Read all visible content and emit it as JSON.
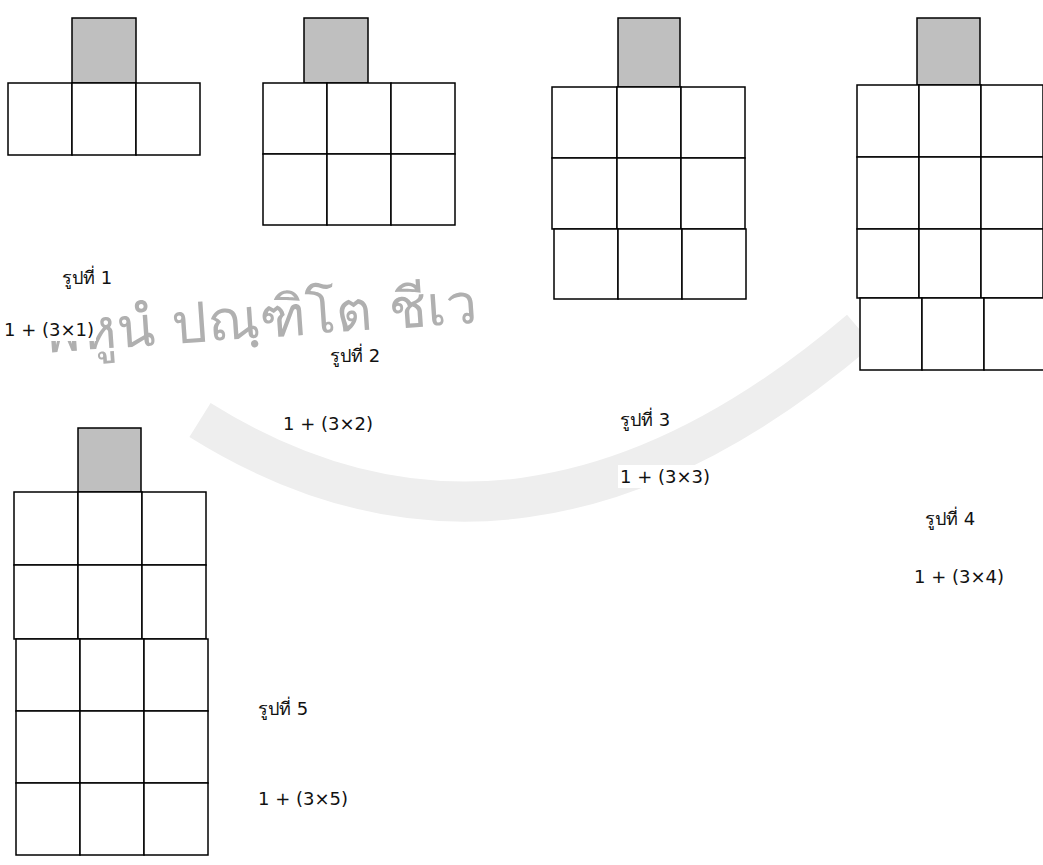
{
  "diagram": {
    "labels": [
      "รูปที่ 1",
      "1 + (3×1)",
      "รูปที่ 2",
      "1 + (3×2)",
      "รูปที่ 3",
      "1 + (3×3)",
      "รูปที่ 4",
      "1 + (3×4)",
      "รูปที่ 5",
      "1 + (3×5)",
      "พหูนํ ปณฺฑิโต ชีเว"
    ]
  }
}
